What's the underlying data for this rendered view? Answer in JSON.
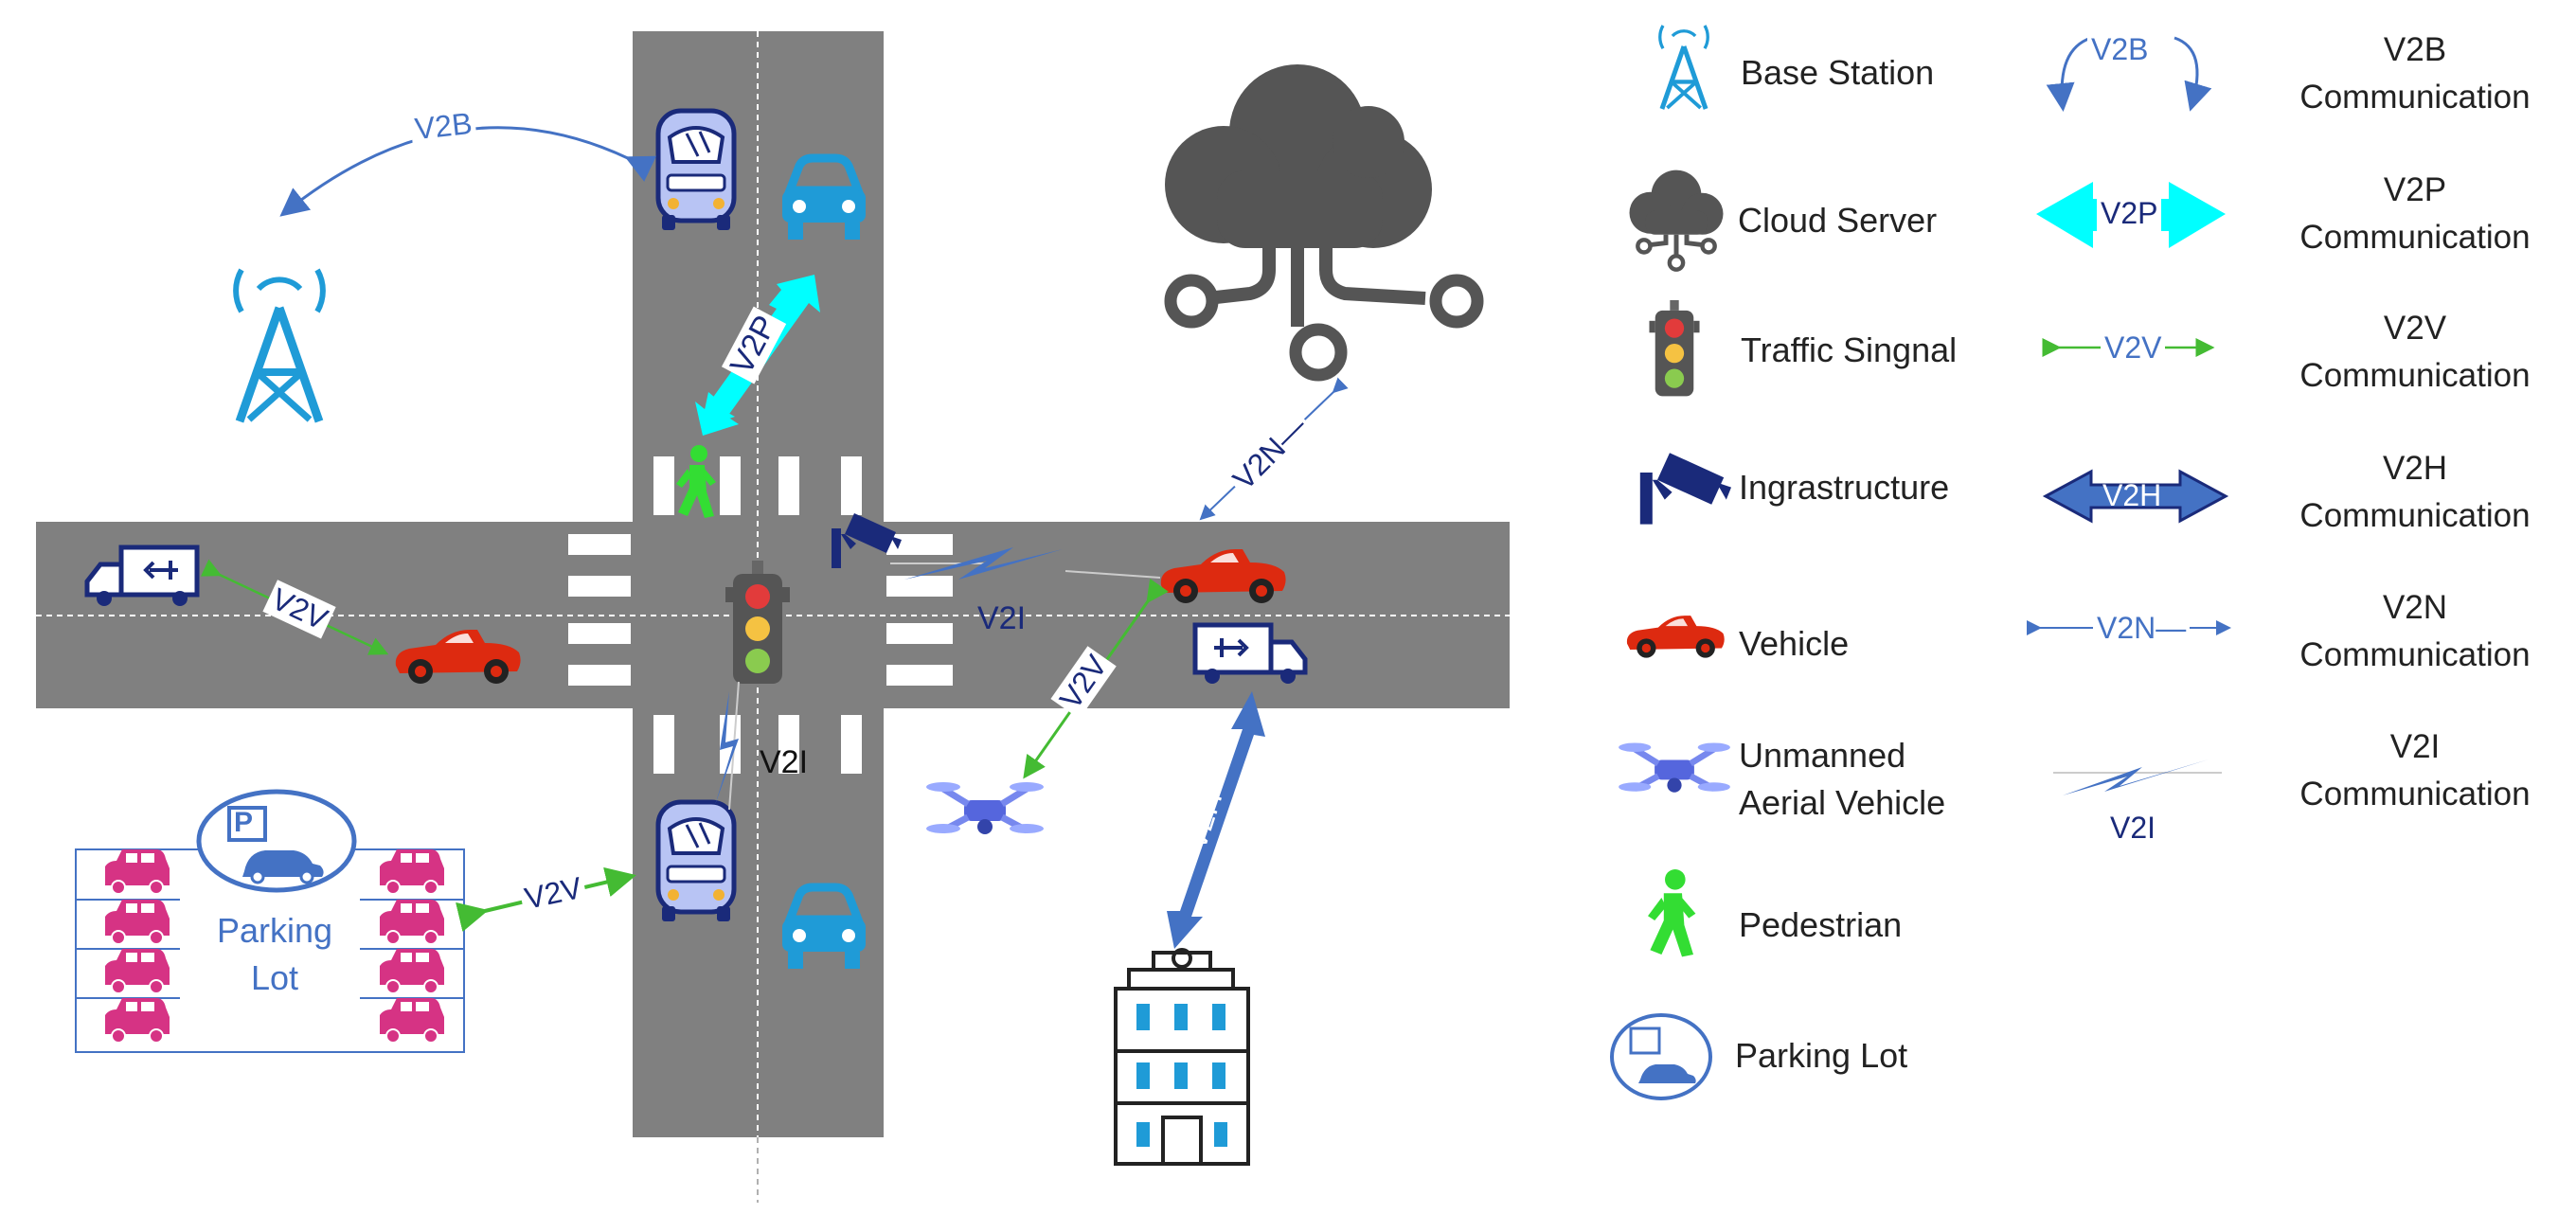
{
  "colors": {
    "road": "#808080",
    "blue_icon": "#1f9bd7",
    "dark_blue": "#1a2a7a",
    "link_blue": "#4472c4",
    "cyan": "#00ffff",
    "green_arrow": "#44bb33",
    "red_vehicle": "#dd2a10",
    "cloud": "#555555",
    "pink_car": "#d63384",
    "pedestrian": "#33dd33",
    "drone": "#6677ee"
  },
  "diagram": {
    "v2b_label": "V2B",
    "v2p_label": "V2P",
    "v2v_left_label": "V2V",
    "v2v_drone_label": "V2V",
    "v2v_parking_label": "V2V",
    "v2n_label": "V2N—",
    "v2i_right_label": "V2I",
    "v2i_lower_label": "V2I",
    "v2h_label": "V2H",
    "parking_label_line1": "Parking",
    "parking_label_line2": "Lot",
    "parking_sign": "P"
  },
  "legend": {
    "entities": [
      {
        "name": "Base Station",
        "icon": "base-station-icon"
      },
      {
        "name": "Cloud Server",
        "icon": "cloud-server-icon"
      },
      {
        "name": "Traffic Singnal",
        "icon": "traffic-signal-icon"
      },
      {
        "name": "Ingrastructure",
        "icon": "camera-icon"
      },
      {
        "name": "Vehicle",
        "icon": "vehicle-icon"
      },
      {
        "name": "Unmanned\nAerial Vehicle",
        "icon": "drone-icon"
      },
      {
        "name": "Pedestrian",
        "icon": "pedestrian-icon"
      },
      {
        "name": "Parking Lot",
        "icon": "parking-lot-icon"
      }
    ],
    "links": [
      {
        "symbol": "V2B",
        "name": "V2B\nCommunication"
      },
      {
        "symbol": "V2P",
        "name": "V2P\nCommunication"
      },
      {
        "symbol": "V2V",
        "name": "V2V\nCommunication"
      },
      {
        "symbol": "V2H",
        "name": "V2H\nCommunication"
      },
      {
        "symbol": "V2N—",
        "name": "V2N\nCommunication"
      },
      {
        "symbol": "V2I",
        "name": "V2I\nCommunication"
      }
    ]
  }
}
